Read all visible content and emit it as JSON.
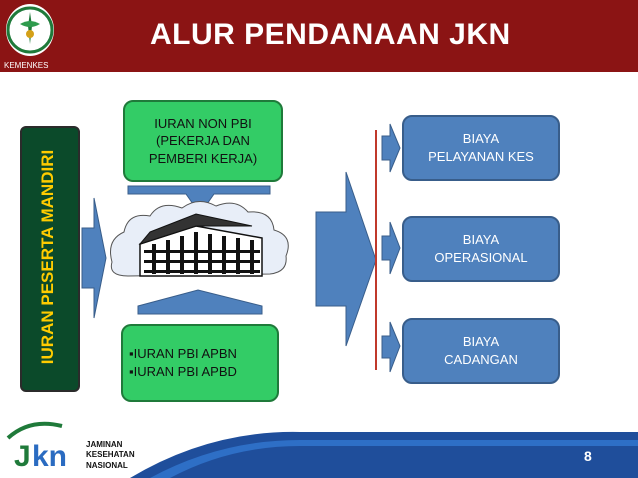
{
  "header": {
    "title": "ALUR PENDANAAN JKN",
    "logo_label": "KEMENKES"
  },
  "left_label": "IURAN PESERTA MANDIRI",
  "top_box": [
    "IURAN NON PBI",
    "(PEKERJA DAN",
    "PEMBERI KERJA)"
  ],
  "bottom_box": [
    "▪IURAN PBI APBN",
    "▪IURAN PBI APBD"
  ],
  "outputs": [
    [
      "BIAYA",
      "PELAYANAN KES"
    ],
    [
      "BIAYA",
      "OPERASIONAL"
    ],
    [
      "BIAYA",
      "CADANGAN"
    ]
  ],
  "footer": {
    "jkn_lines": [
      "JAMINAN",
      "KESEHATAN",
      "NASIONAL"
    ],
    "page_number": "8"
  },
  "colors": {
    "header": "#8b1414",
    "green_box": "#33cc66",
    "blue_box": "#4f81bd",
    "arrow": "#4f81bd",
    "vertical_box": "#0b4a2a",
    "vertical_text": "#ffcc00",
    "red_line": "#c0392b"
  }
}
